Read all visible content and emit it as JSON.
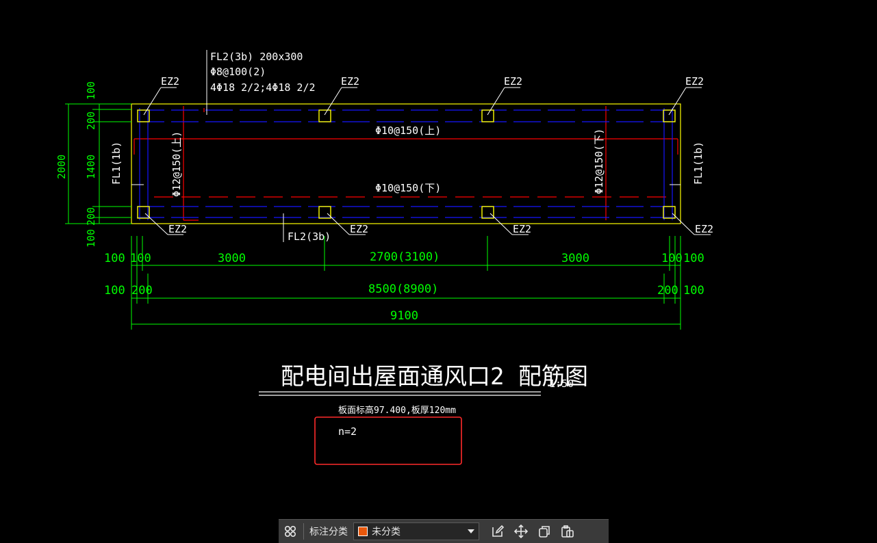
{
  "drawing": {
    "beam_note": [
      "FL2(3b) 200x300",
      "Φ8@100(2)",
      "4Φ18 2/2;4Φ18 2/2"
    ],
    "column_label": "EZ2",
    "slab_top_rebar": "Φ10@150(上)",
    "slab_bottom_rebar": "Φ10@150(下)",
    "side_rebar_left": "Φ12@150(上)",
    "side_rebar_right": "Φ12@150(下)",
    "side_beam_label": "FL1(1b)",
    "bottom_beam_label": "FL2(3b)",
    "left_dims": [
      "100",
      "200",
      "1400",
      "200",
      "100"
    ],
    "left_total": "2000",
    "dim_row1": [
      "100",
      "100",
      "3000",
      "2700(3100)",
      "3000",
      "100",
      "100"
    ],
    "dim_row2": [
      "100",
      "200",
      "8500(8900)",
      "200",
      "100"
    ],
    "dim_total": "9100",
    "title": "配电间出屋面通风口2 配筋图",
    "scale": "1:50",
    "subtitle": "板面标高97.400,板厚120mm",
    "annotation": "n=2"
  },
  "colors": {
    "outline": "#ffff00",
    "dimension": "#00ff00",
    "bottom_rebar": "#0000ff",
    "top_rebar": "#ff0000",
    "text": "#ffffff",
    "highlight_box": "#ff2a2a"
  },
  "toolbar": {
    "category_label": "标注分类",
    "selected_category": "未分类",
    "category_color": "#e8580c",
    "icons": [
      "grid-icon",
      "edit-icon",
      "move-icon",
      "copy-icon",
      "paste-icon"
    ]
  }
}
